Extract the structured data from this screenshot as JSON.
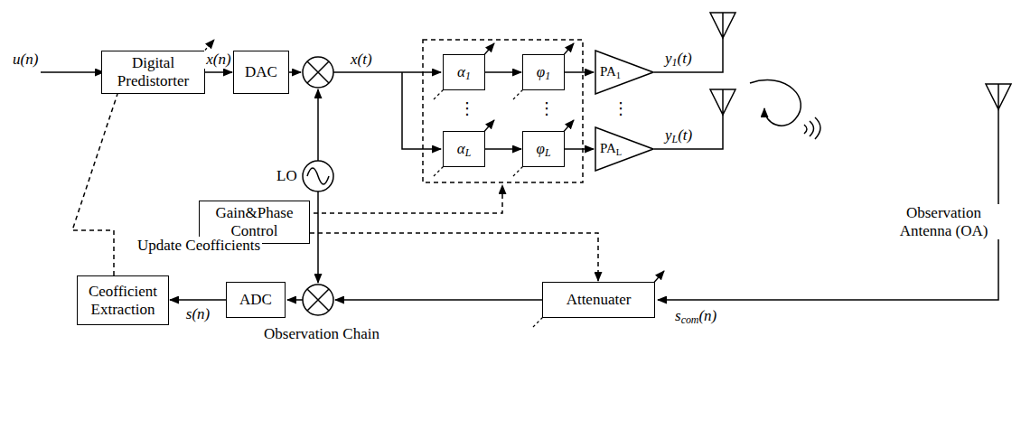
{
  "diagram": {
    "nodes": [
      {
        "text": [
          "Digital Predistorter"
        ]
      },
      {
        "text": [
          "DAC"
        ]
      },
      {
        "text": [
          "α1"
        ]
      },
      {
        "text": [
          "φ1"
        ]
      },
      {
        "text": [
          "PA1"
        ]
      },
      {
        "text": [
          "αL"
        ]
      },
      {
        "text": [
          "φL"
        ]
      },
      {
        "text": [
          "PAL"
        ]
      },
      {
        "text": [
          "LO"
        ]
      },
      {
        "text": [
          "Gain&Phase Control"
        ]
      },
      {
        "text": [
          "Ceofficient Extraction"
        ]
      },
      {
        "text": [
          "ADC"
        ]
      },
      {
        "text": [
          "Attenuater"
        ]
      }
    ],
    "edges": [
      {
        "from": 0,
        "to": 1,
        "arrow": "to",
        "label": "x(n)"
      },
      {
        "from": 2,
        "to": 3,
        "arrow": "to"
      },
      {
        "from": 3,
        "to": 4,
        "arrow": "to"
      },
      {
        "from": 5,
        "to": 6,
        "arrow": "to"
      },
      {
        "from": 6,
        "to": 7,
        "arrow": "to"
      },
      {
        "from": 9,
        "to": 12,
        "arrow": "to"
      },
      {
        "from": 11,
        "to": 10,
        "arrow": "to",
        "label": "s(n)"
      },
      {
        "from": 10,
        "to": 0,
        "arrow": "none"
      }
    ],
    "labels": [
      "u(n)",
      "x(t)",
      "⋮",
      "⋮",
      "⋮",
      "y1(t)",
      "yL(t)",
      "Update Ceofficients",
      "Observation Chain",
      "Observation Antenna (OA)",
      "scom(n)"
    ]
  }
}
